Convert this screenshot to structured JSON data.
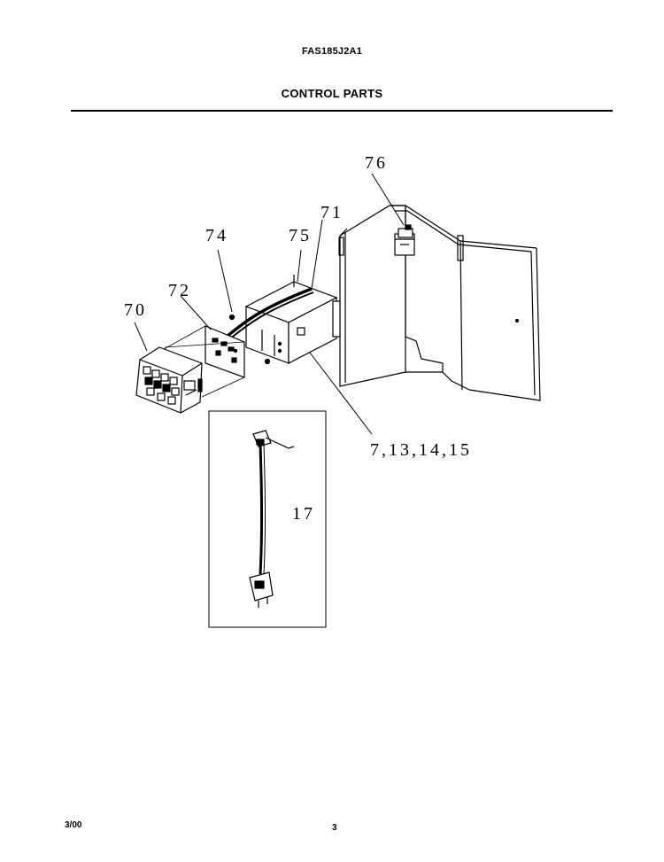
{
  "header": {
    "model_number": "FAS185J2A1",
    "section_title": "CONTROL PARTS"
  },
  "callouts": {
    "c70": "70",
    "c71": "71",
    "c72": "72",
    "c74": "74",
    "c75": "75",
    "c76": "76",
    "c_group": "7,13,14,15",
    "c17": "17"
  },
  "footer": {
    "date": "3/00",
    "page_number": "3"
  }
}
